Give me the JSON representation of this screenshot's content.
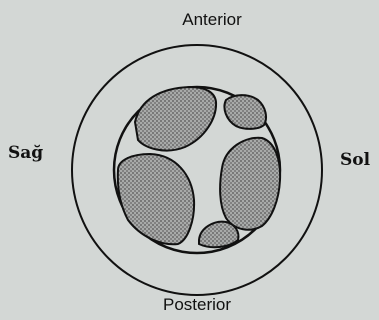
{
  "labels": {
    "top": "Anterior",
    "bottom": "Posterior",
    "left": "Sağ",
    "right": "Sol"
  },
  "colors": {
    "background": "#d3d7d5",
    "line": "#111111",
    "lobe_fill": "#8a8c8b"
  }
}
